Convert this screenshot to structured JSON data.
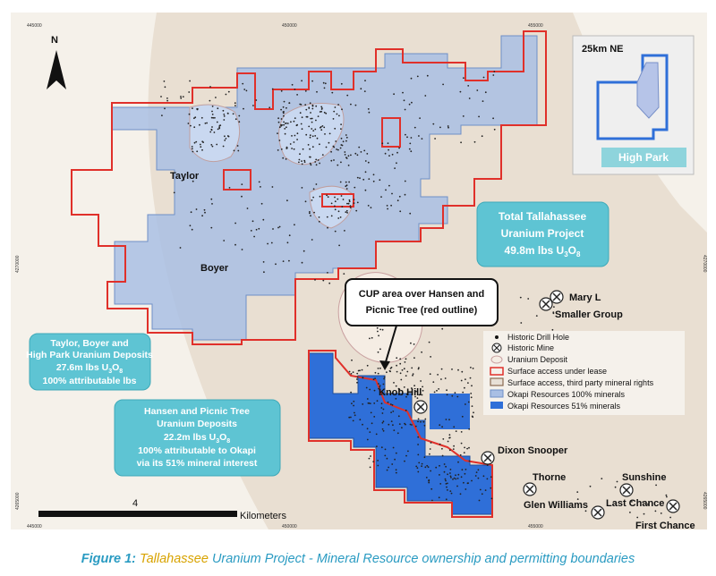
{
  "caption": {
    "label": "Figure 1:",
    "highlight": "Tallahassee",
    "rest": "Uranium Project - Mineral Resource ownership and permitting boundaries"
  },
  "north_arrow": {
    "label": "N"
  },
  "grid_labels": {
    "top": [
      "445000",
      "450000",
      "455000"
    ],
    "bottom": [
      "445000",
      "450000",
      "455000"
    ],
    "left_top": "4270000",
    "left_bottom": "4265000",
    "right_top": "4270000",
    "right_bottom": "4265000"
  },
  "inset": {
    "title": "25km NE",
    "label": "High Park"
  },
  "place_names": {
    "taylor": "Taylor",
    "boyer": "Boyer",
    "knob_hill": "Knob Hill",
    "dixon_snooper": "Dixon Snooper",
    "thorne": "Thorne",
    "sunshine": "Sunshine",
    "glen_williams": "Glen Williams",
    "last_chance": "Last Chance",
    "first_chance": "First Chance",
    "mary_l": "Mary L",
    "smaller_group": "Smaller Group"
  },
  "total_box": {
    "line1": "Total Tallahassee",
    "line2": "Uranium Project",
    "line3_pre": "49.8m lbs U",
    "sub3": "3",
    "mid": "O",
    "sub8": "8"
  },
  "taylor_box": {
    "line1": "Taylor, Boyer and",
    "line2": "High Park Uranium Deposits",
    "line3_pre": "27.6m lbs U",
    "sub3": "3",
    "mid": "O",
    "sub8": "8",
    "line4": "100% attributable lbs"
  },
  "hansen_box": {
    "line1": "Hansen and Picnic Tree",
    "line2": "Uranium Deposits",
    "line3_pre": "22.2m lbs U",
    "sub3": "3",
    "mid": "O",
    "sub8": "8",
    "line4": "100% attributable to Okapi",
    "line5": "via its 51% mineral interest"
  },
  "cup_callout": {
    "line1": "CUP area over Hansen and",
    "line2": "Picnic Tree (red outline)"
  },
  "legend": [
    {
      "symbol": "dot",
      "label": "Historic Drill Hole"
    },
    {
      "symbol": "mine",
      "label": "Historic Mine"
    },
    {
      "symbol": "deposit",
      "label": "Uranium Deposit"
    },
    {
      "symbol": "red-outline",
      "label": "Surface access under lease"
    },
    {
      "symbol": "brown-outline",
      "label": "Surface access, third party mineral rights"
    },
    {
      "symbol": "light-blue",
      "label": "Okapi Resources 100% minerals"
    },
    {
      "symbol": "dark-blue",
      "label": "Okapi Resources 51% minerals"
    }
  ],
  "scale_bar": {
    "value": "4",
    "unit": "Kilometers"
  },
  "colors": {
    "background": "#e9dfd2",
    "light_band": "#f5f1ea",
    "okapi_100": "#a9bfe4",
    "okapi_51": "#2f6fd8",
    "lease_outline": "#e0302a",
    "info_box": "#5ec4d3",
    "caption": "#2a9bc2",
    "caption_highlight": "#d8a300"
  }
}
